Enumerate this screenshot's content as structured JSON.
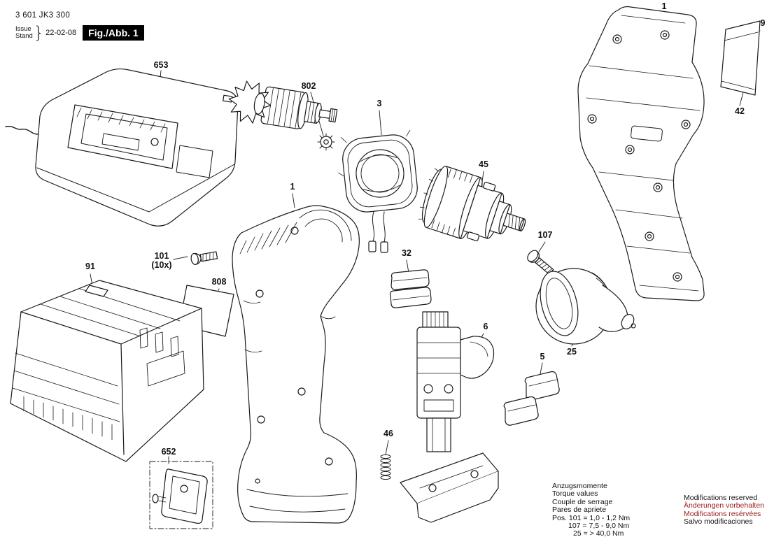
{
  "header": {
    "part_number": "3 601 JK3 300",
    "issue_label": "Issue",
    "stand_label": "Stand",
    "brace": "}",
    "issue_date": "22-02-08",
    "figure_label": "Fig./Abb. 1"
  },
  "callouts": {
    "charger": "653",
    "armature": "802",
    "stator": "3",
    "gearbox": "45",
    "housing_right": "1",
    "sticker": "9",
    "label_strip": "42",
    "housing_main": "1",
    "screw_gearbox": "101",
    "screw_gearbox_qty": "(10x)",
    "nameplate": "808",
    "battery": "91",
    "brush_plate": "32",
    "screw_chuck": "107",
    "chuck": "25",
    "switch": "6",
    "clip_pair": "5",
    "spring": "46",
    "belt_clip": "652"
  },
  "torque_note": {
    "lines": [
      "Anzugsmomente",
      "Torque values",
      "Couple de serrage",
      "Pares de apriete",
      "Pos. 101 = 1,0 - 1,2 Nm",
      "107 = 7,5 - 9,0 Nm",
      "25 = > 40,0 Nm"
    ]
  },
  "modifications_note": {
    "lines": [
      "Modifications reserved",
      "Änderungen vorbehalten",
      "Modifications resérvées",
      "Salvo modificaciones"
    ]
  },
  "colors": {
    "line_art": "#1a1a1a",
    "note_red": "#9e2020",
    "background": "#ffffff"
  }
}
